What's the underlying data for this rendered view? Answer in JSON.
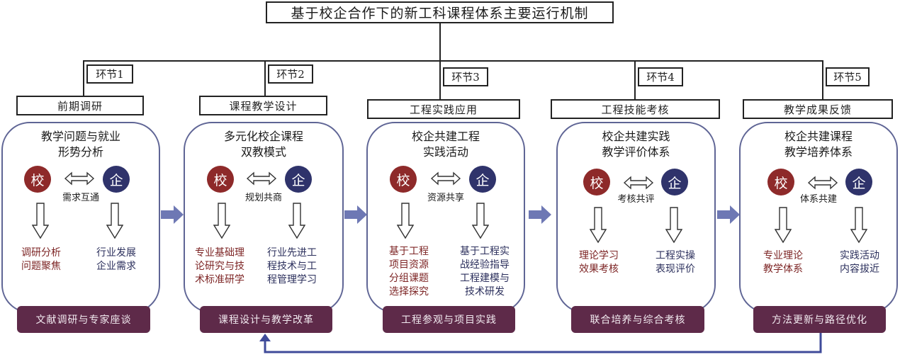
{
  "title": "基于校企合作下的新工科课程体系主要运行机制",
  "colors": {
    "school": "#8e2a2a",
    "enterprise": "#2f336b",
    "card_border": "#5f6595",
    "method_bg": "#5e2a49",
    "flow_arrow": "#6e78b4",
    "feedback_line": "#3f4b9a"
  },
  "icons": {
    "double_arrow": "left-right-arrow",
    "down_arrow": "down-hollow-arrow",
    "flow_arrow": "right-block-arrow",
    "feedback_arrow": "up-arrow"
  },
  "stages": [
    {
      "step": "环节1",
      "phase": "前期调研",
      "card_title_line1": "教学问题与就业",
      "card_title_line2": "形势分析",
      "school_label": "校",
      "enterprise_label": "企",
      "relation": "需求互通",
      "school_outcome": [
        "调研分析",
        "问题聚焦"
      ],
      "enterprise_outcome": [
        "行业发展",
        "企业需求"
      ],
      "method": "文献调研与专家座谈"
    },
    {
      "step": "环节2",
      "phase": "课程教学设计",
      "card_title_line1": "多元化校企课程",
      "card_title_line2": "双教模式",
      "school_label": "校",
      "enterprise_label": "企",
      "relation": "规划共商",
      "school_outcome": [
        "专业基础理",
        "论研究与技",
        "术标准研学"
      ],
      "enterprise_outcome": [
        "行业先进工",
        "程技术与工",
        "程管理学习"
      ],
      "method": "课程设计与教学改革"
    },
    {
      "step": "环节3",
      "phase": "工程实践应用",
      "card_title_line1": "校企共建工程",
      "card_title_line2": "实践活动",
      "school_label": "校",
      "enterprise_label": "企",
      "relation": "资源共享",
      "school_outcome": [
        "基于工程",
        "项目资源",
        "分组课题",
        "选择探究"
      ],
      "enterprise_outcome": [
        "基于工程实",
        "战经验指导",
        "工程建模与",
        "技术研发"
      ],
      "method": "工程参观与项目实践"
    },
    {
      "step": "环节4",
      "phase": "工程技能考核",
      "card_title_line1": "校企共建实践",
      "card_title_line2": "教学评价体系",
      "school_label": "校",
      "enterprise_label": "企",
      "relation": "考核共评",
      "school_outcome": [
        "理论学习",
        "效果考核"
      ],
      "enterprise_outcome": [
        "工程实操",
        "表现评价"
      ],
      "method": "联合培养与综合考核"
    },
    {
      "step": "环节5",
      "phase": "教学成果反馈",
      "card_title_line1": "校企共建课程",
      "card_title_line2": "教学培养体系",
      "school_label": "校",
      "enterprise_label": "企",
      "relation": "体系共建",
      "school_outcome": [
        "专业理论",
        "教学体系"
      ],
      "enterprise_outcome": [
        "实践活动",
        "内容拔近"
      ],
      "method": "方法更新与路径优化"
    }
  ]
}
